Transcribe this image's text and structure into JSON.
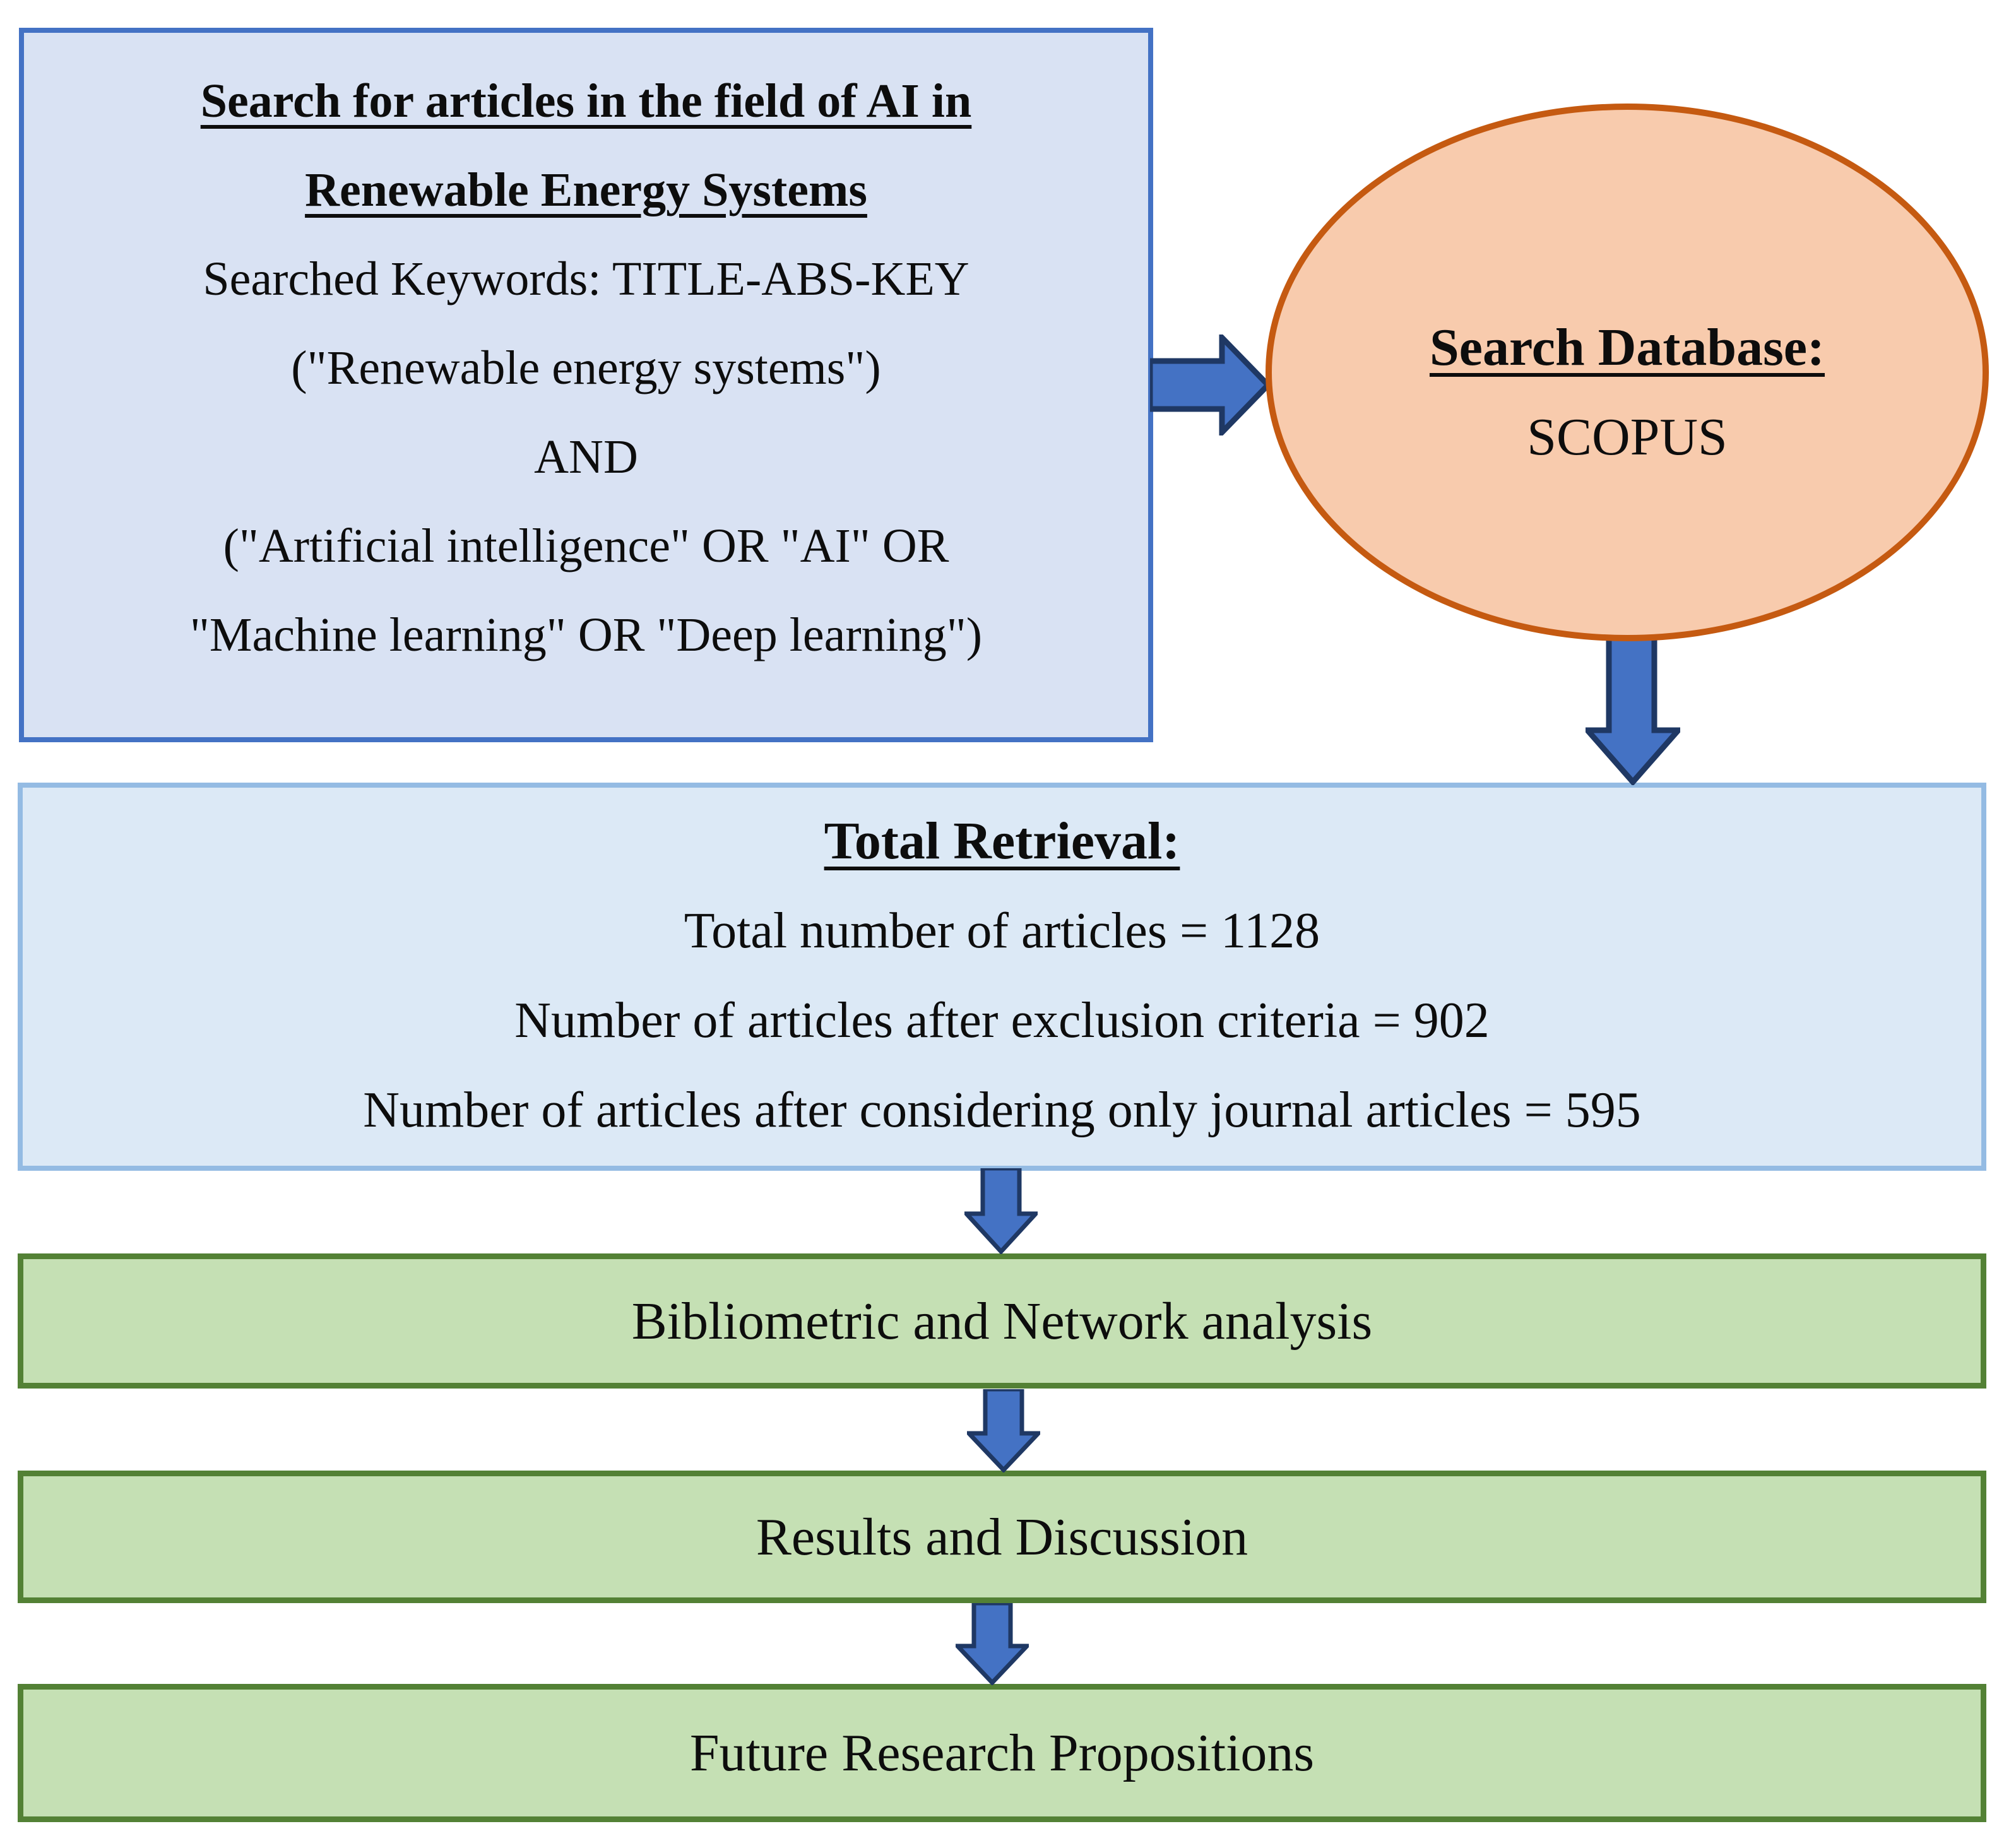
{
  "figure": {
    "description": "Research methodology flowchart",
    "background": "#FFFFFF"
  },
  "colors": {
    "search_box_fill": "#D9E2F3",
    "search_box_border": "#4472C4",
    "ellipse_fill": "#F8CBAD",
    "ellipse_border": "#C55A11",
    "retrieval_box_fill": "#DCE9F6",
    "retrieval_box_border": "#94BBE3",
    "stage_fill": "#C5E0B4",
    "stage_border": "#538135",
    "arrow_fill": "#4472C4",
    "arrow_outline": "#1F3864",
    "text": "#0D0D0D"
  },
  "search_box": {
    "title_lines": [
      "Search for articles in the field of AI in",
      "Renewable Energy Systems"
    ],
    "body_lines": [
      "Searched Keywords: TITLE-ABS-KEY",
      "(\"Renewable energy systems\")",
      "AND",
      "(\"Artificial intelligence\" OR \"AI\" OR",
      "\"Machine learning\" OR \"Deep learning\")"
    ]
  },
  "database_ellipse": {
    "title": "Search Database:",
    "value": "SCOPUS"
  },
  "retrieval_box": {
    "title": "Total Retrieval:",
    "lines": [
      "Total number of articles = 1128",
      "Number of articles after exclusion criteria = 902",
      "Number of articles after considering only journal articles = 595"
    ]
  },
  "stages": [
    {
      "label": "Bibliometric and Network analysis"
    },
    {
      "label": "Results and Discussion"
    },
    {
      "label": "Future Research Propositions"
    }
  ]
}
